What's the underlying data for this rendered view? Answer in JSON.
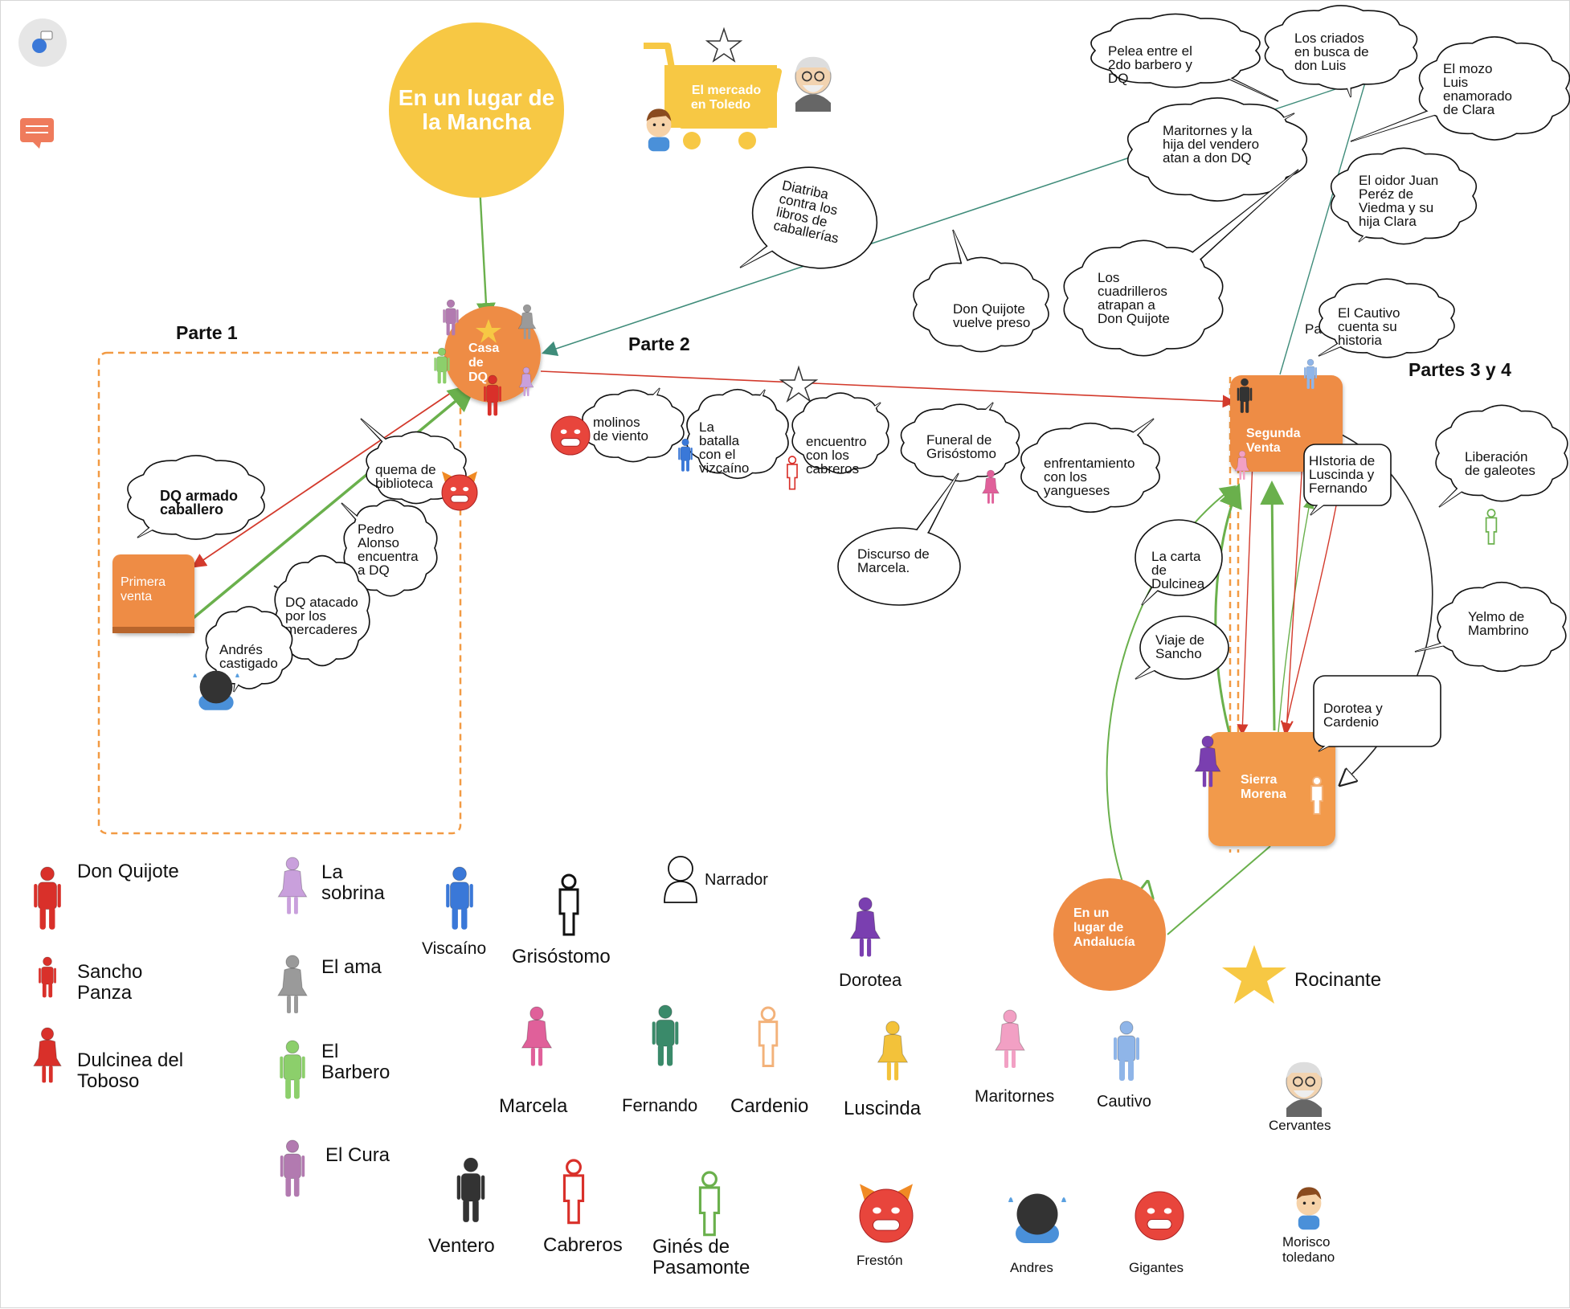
{
  "headers": {
    "parte1": "Parte 1",
    "parte2": "Parte 2",
    "partes34": "Partes 3 y 4",
    "pa_fragment": "Pa"
  },
  "nodes": {
    "mancha": [
      "En un lugar de",
      "la Mancha"
    ],
    "mercado": [
      "El mercado",
      "en Toledo"
    ],
    "casa": [
      "Casa",
      "de",
      "DQ"
    ],
    "primera": [
      "Primera",
      "venta"
    ],
    "segunda": [
      "Segunda",
      "Venta"
    ],
    "sierra": [
      "Sierra",
      "Morena"
    ],
    "andalucia": [
      "En un",
      "lugar de",
      "Andalucía"
    ]
  },
  "bubbles": {
    "pelea": [
      "Pelea entre el",
      "2do barbero y",
      "DQ"
    ],
    "criados": [
      "Los criados",
      "en busca de",
      "don Luis"
    ],
    "mozo": [
      "El mozo",
      "Luis",
      "enamorado",
      "de Clara"
    ],
    "maritornes": [
      "Maritornes y la",
      "hija del vendero",
      "atan a don DQ"
    ],
    "oidor": [
      "El oidor Juan",
      "Peréz de",
      "Viedma y su",
      "hija Clara"
    ],
    "diatriba": [
      "Diatriba",
      "contra los",
      "libros de",
      "caballerías"
    ],
    "preso": [
      "Don Quijote",
      "vuelve preso"
    ],
    "cuadrilleros": [
      "Los",
      "cuadrilleros",
      "atrapan a",
      "Don Quijote"
    ],
    "cautivo": [
      "El Cautivo",
      "cuenta su",
      "historia"
    ],
    "liberacion": [
      "Liberación",
      "de galeotes"
    ],
    "molinos": [
      "molinos",
      "de viento"
    ],
    "vizcaino": [
      "La",
      "batalla",
      "con el",
      "vizcaíno"
    ],
    "cabreros": [
      "encuentro",
      "con los",
      "cabreros"
    ],
    "funeral": [
      "Funeral de",
      "Grisóstomo"
    ],
    "yangueses": [
      "enfrentamiento",
      "con los",
      "yangueses"
    ],
    "marcela": [
      "Discurso de",
      "Marcela."
    ],
    "armado": [
      "DQ armado",
      "caballero"
    ],
    "quema": [
      "quema de",
      "biblioteca"
    ],
    "pedro": [
      "Pedro",
      "Alonso",
      "encuentra",
      "a DQ"
    ],
    "atacado": [
      "DQ atacado",
      "por los",
      "mercaderes"
    ],
    "andres": [
      "Andrés",
      "castigado"
    ],
    "carta": [
      "La carta",
      "de",
      "Dulcinea"
    ],
    "viaje": [
      "Viaje de",
      "Sancho"
    ],
    "yelmo": [
      "Yelmo de",
      "Mambrino"
    ],
    "luscinda": [
      "HIstoria de",
      "Luscinda y",
      "Fernando"
    ],
    "dorotea": [
      "Dorotea y",
      "Cardenio"
    ]
  },
  "legend": {
    "quijote": [
      "Don Quijote"
    ],
    "sancho": [
      "Sancho",
      "Panza"
    ],
    "dulcinea": [
      "Dulcinea del",
      "Toboso"
    ],
    "sobrina": [
      "La",
      "sobrina"
    ],
    "ama": [
      "El ama"
    ],
    "barbero": [
      "El",
      "Barbero"
    ],
    "cura": [
      "El Cura"
    ],
    "vizcaino": [
      "Viscaíno"
    ],
    "grisostomo": [
      "Grisóstomo"
    ],
    "narrador": [
      "Narrador"
    ],
    "dorotea": [
      "Dorotea"
    ],
    "rocinante": [
      "Rocinante"
    ],
    "marcela": [
      "Marcela"
    ],
    "fernando": [
      "Fernando"
    ],
    "cardenio": [
      "Cardenio"
    ],
    "luscinda": [
      "Luscinda"
    ],
    "maritornes": [
      "Maritornes"
    ],
    "cautivo": [
      "Cautivo"
    ],
    "cervantes": [
      "Cervantes"
    ],
    "ventero": [
      "Ventero"
    ],
    "cabreros": [
      "Cabreros"
    ],
    "gines": [
      "Ginés de",
      "Pasamonte"
    ],
    "freston": [
      "Frestón"
    ],
    "andres": [
      "Andres"
    ],
    "gigantes": [
      "Gigantes"
    ],
    "morisco": [
      "Morisco",
      "toledano"
    ]
  },
  "colors": {
    "orange_node": "#ee8c45",
    "yellow_node": "#f7c844",
    "green_arrow": "#6ab04c",
    "red_arrow": "#d33a2c",
    "teal_arrow": "#3f8c7a",
    "quijote": "#d9302a",
    "sobrina": "#c9a0dc",
    "ama": "#9a9a9a",
    "barbero": "#8ccf6b",
    "cura": "#b27ab0",
    "vizcaino": "#3a78d8",
    "dorotea": "#7a3fb0",
    "marcela": "#e0609a",
    "fernando": "#3a8a6a",
    "cardenio": "#f3b27a",
    "luscinda": "#f3c23a",
    "maritornes": "#f2a0c4",
    "cautivo": "#8fb5e8",
    "ventero": "#333333",
    "gines": "#6ab04c"
  },
  "icons": [
    "person-icon",
    "star-icon",
    "cart-icon",
    "old-man-icon",
    "boy-icon",
    "devil-face-icon",
    "angry-face-icon",
    "crying-boy-icon",
    "chat-icon",
    "app-icon"
  ]
}
